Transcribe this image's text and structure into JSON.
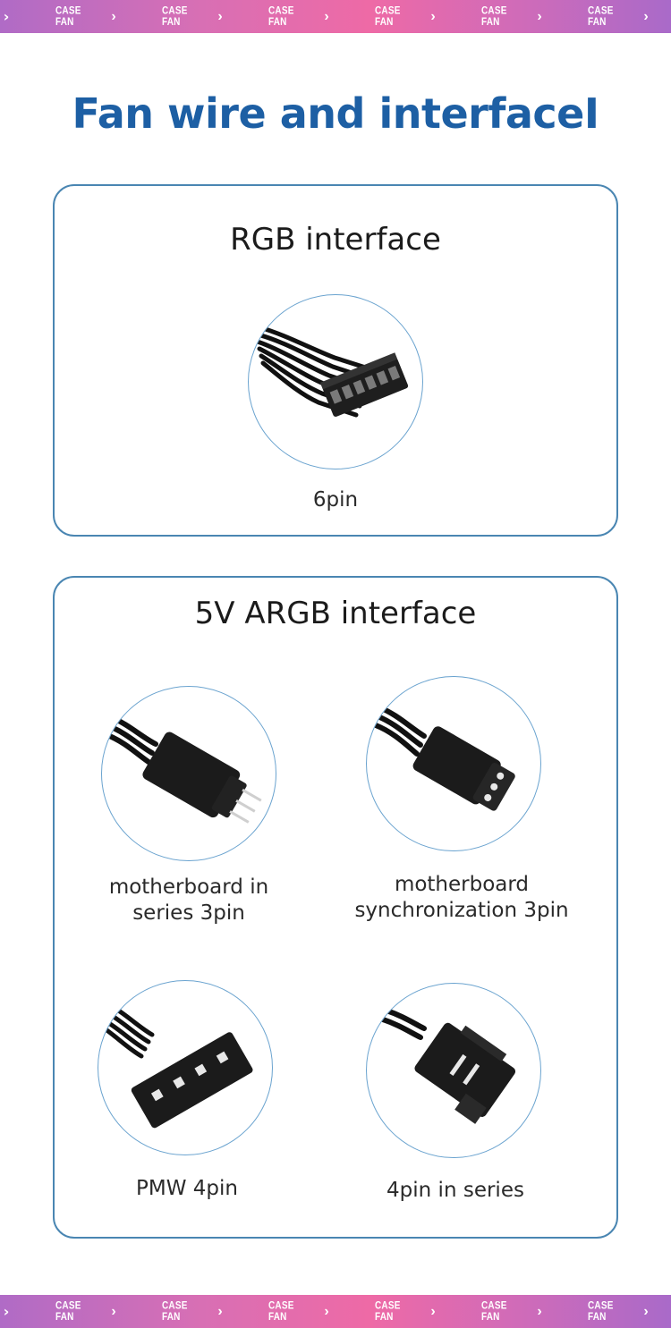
{
  "banner": {
    "label": "CASE FAN",
    "arrow": "›"
  },
  "title": "Fan wire and interfaceI",
  "rgb": {
    "heading": "RGB interface",
    "connector_label": "6pin",
    "connector_icon": "6pin-connector-icon"
  },
  "argb": {
    "heading": "5V ARGB interface",
    "items": [
      {
        "line1": "motherboard in",
        "line2": "series 3pin",
        "icon": "3pin-series-connector-icon"
      },
      {
        "line1": "motherboard",
        "line2": "synchronization 3pin",
        "icon": "3pin-sync-connector-icon"
      },
      {
        "line1": "PMW 4pin",
        "line2": "",
        "icon": "4pin-pwm-connector-icon"
      },
      {
        "line1": "4pin in series",
        "line2": "",
        "icon": "4pin-series-connector-icon"
      }
    ]
  },
  "colors": {
    "title": "#1d5fa4",
    "card_border": "#4a86b2",
    "circle_border": "#6aa3cf",
    "band_start": "#b06bc6",
    "band_mid": "#ee6aa6"
  }
}
